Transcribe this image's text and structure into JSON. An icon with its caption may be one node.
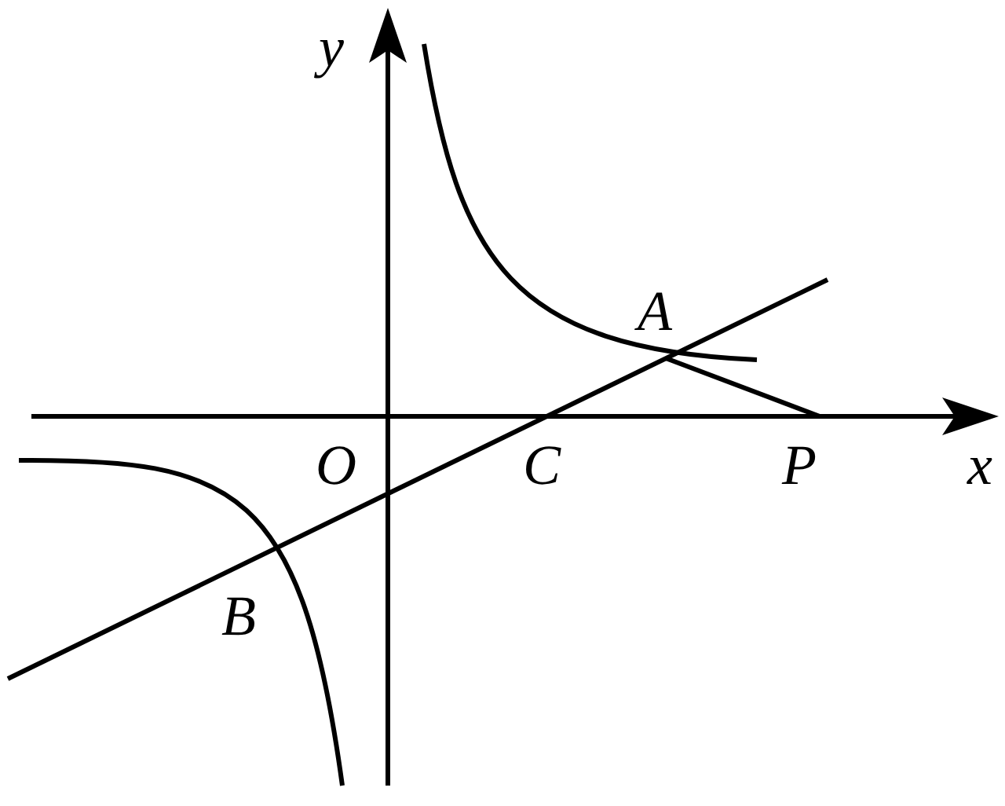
{
  "diagram": {
    "labels": [
      "y",
      "A",
      "O",
      "C",
      "P",
      "x",
      "B"
    ]
  }
}
